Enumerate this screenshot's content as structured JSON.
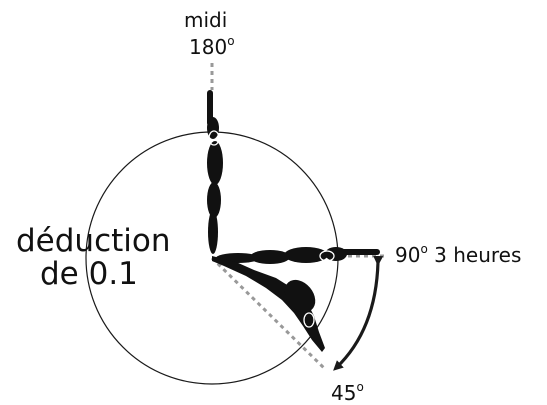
{
  "labels": {
    "top_word": "midi",
    "top_angle_value": "180",
    "right_angle_value": "90",
    "right_suffix": " 3 heures",
    "bottom_angle_value": "45",
    "degree_mark": "o",
    "deduction_line1": "déduction",
    "deduction_line2": "de 0.1"
  },
  "colors": {
    "stroke": "#1a1a1a",
    "reference_dash": "#999999",
    "body": "#111111",
    "highlight": "#ffffff"
  }
}
